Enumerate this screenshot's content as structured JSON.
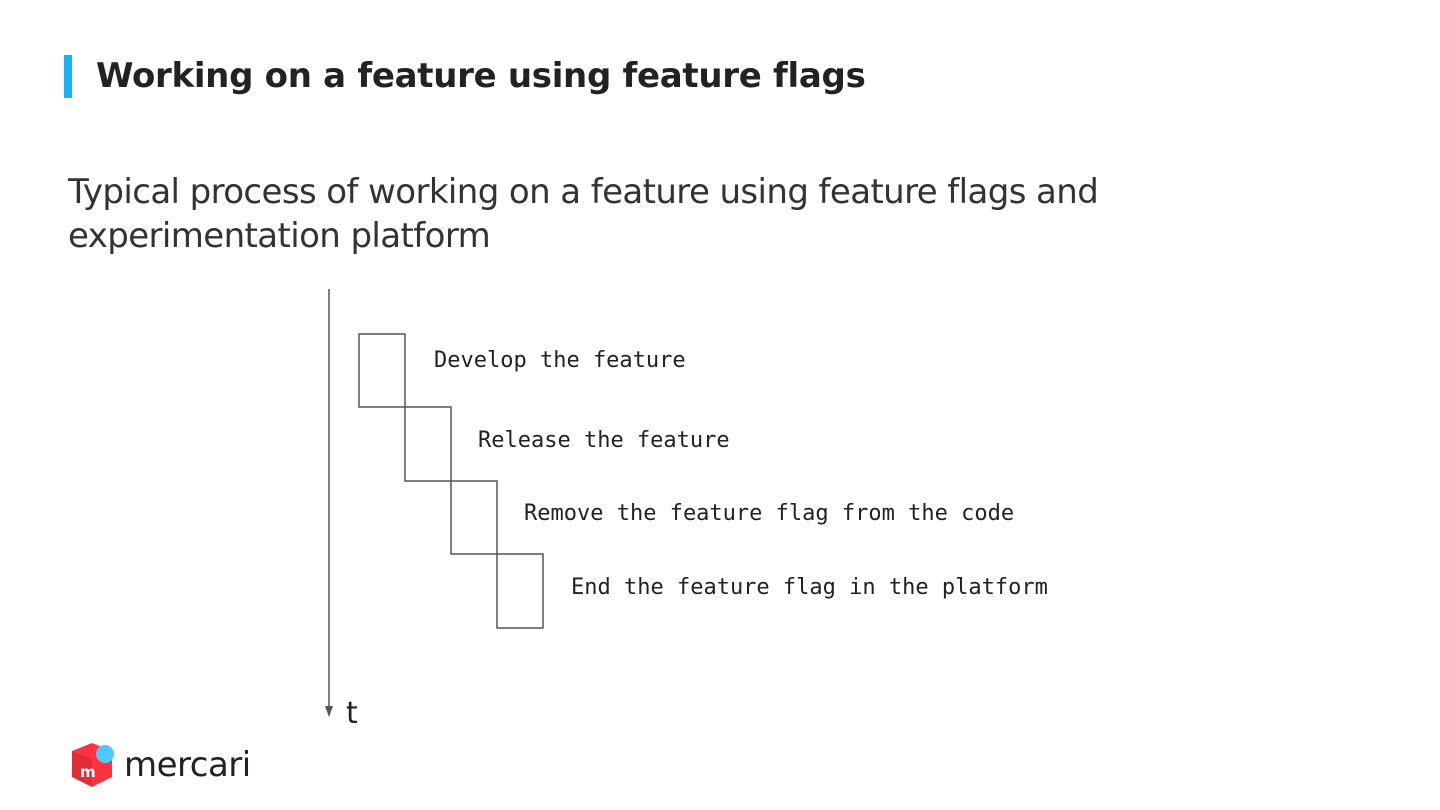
{
  "slide": {
    "title": "Working on a feature using feature flags",
    "subtitle": "Typical process of working on a feature using feature flags and experimentation platform",
    "accent_color": "#1ab2f5"
  },
  "diagram": {
    "axis_label": "t",
    "steps": [
      {
        "label": "Develop the feature"
      },
      {
        "label": "Release the feature"
      },
      {
        "label": "Remove the feature flag from the code"
      },
      {
        "label": "End the feature flag in the platform"
      }
    ]
  },
  "logo": {
    "text": "mercari",
    "mark_letter": "m",
    "mark_color": "#ff333f",
    "dot_color": "#4dc9ff"
  }
}
